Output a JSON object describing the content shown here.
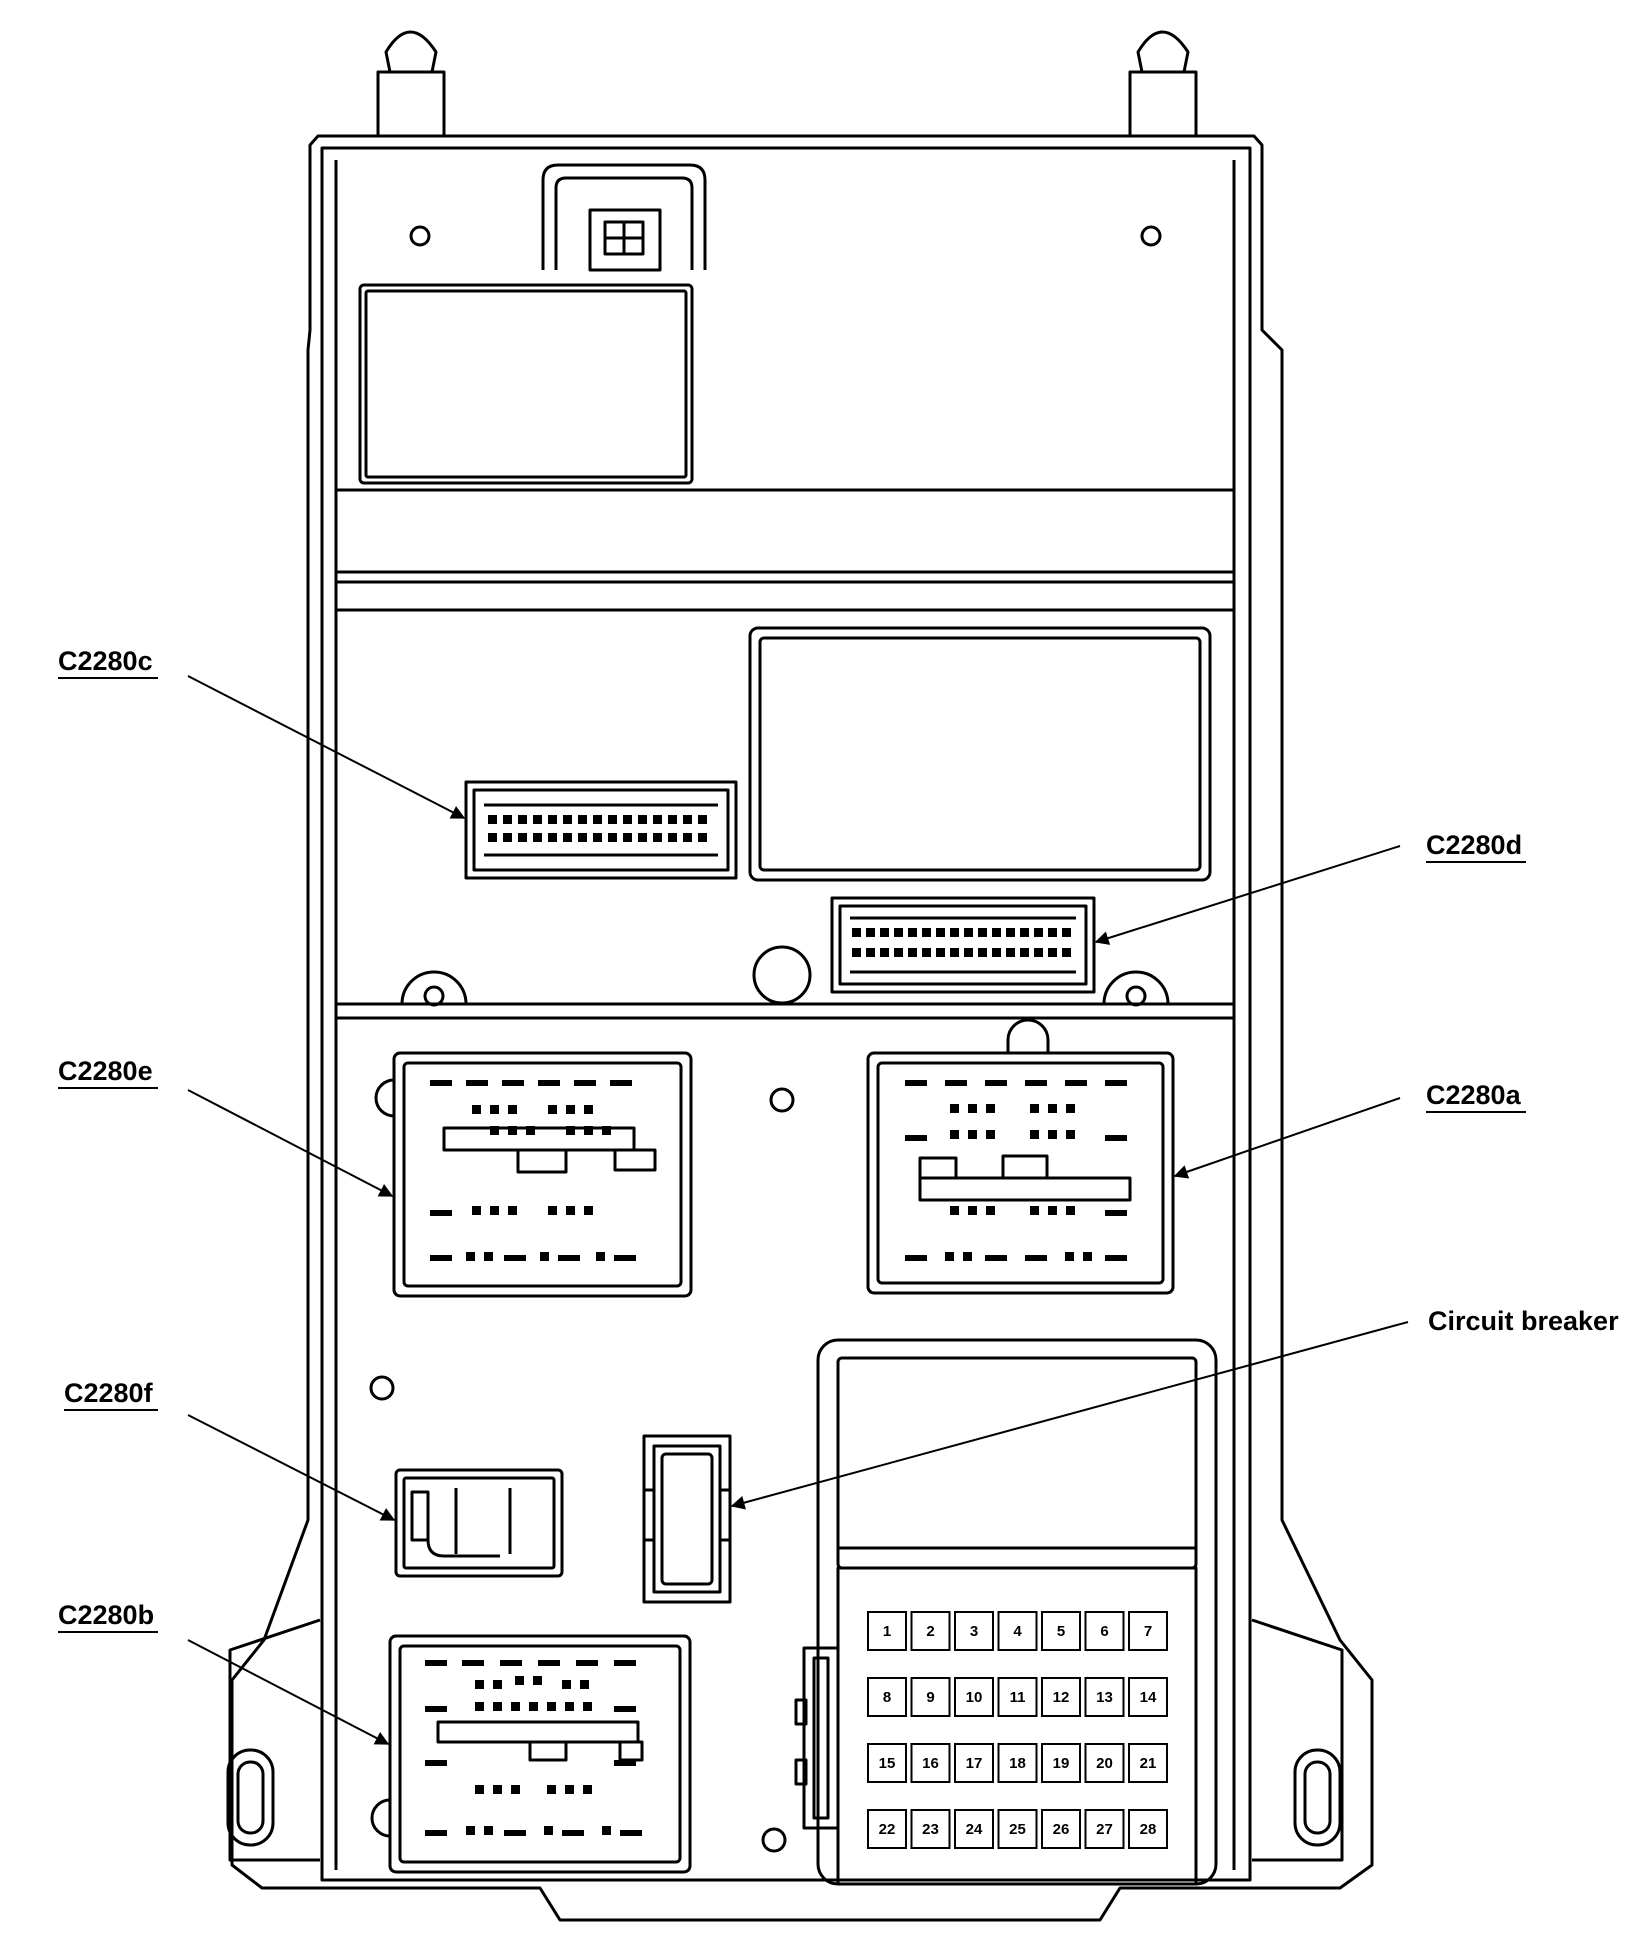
{
  "labels": {
    "c2280c": "C2280c",
    "c2280d": "C2280d",
    "c2280e": "C2280e",
    "c2280a": "C2280a",
    "circuit_breaker": "Circuit breaker",
    "c2280f": "C2280f",
    "c2280b": "C2280b"
  },
  "fuses": [
    "1",
    "2",
    "3",
    "4",
    "5",
    "6",
    "7",
    "8",
    "9",
    "10",
    "11",
    "12",
    "13",
    "14",
    "15",
    "16",
    "17",
    "18",
    "19",
    "20",
    "21",
    "22",
    "23",
    "24",
    "25",
    "26",
    "27",
    "28"
  ],
  "colors": {
    "stroke": "#000000",
    "background": "#ffffff"
  }
}
